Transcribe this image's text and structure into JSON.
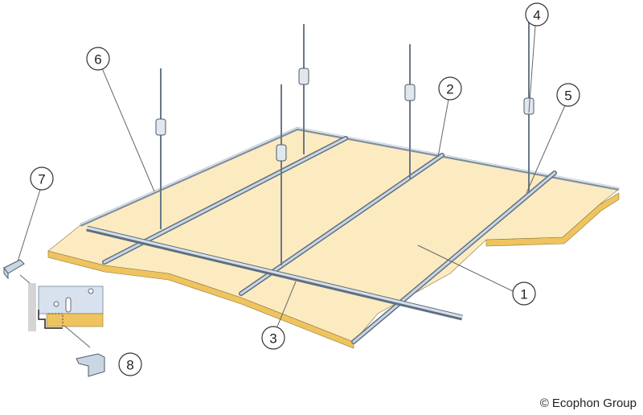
{
  "callouts": {
    "c1": "1",
    "c2": "2",
    "c3": "3",
    "c4": "4",
    "c5": "5",
    "c6": "6",
    "c7": "7",
    "c8": "8"
  },
  "copyright": "© Ecophon Group",
  "colors": {
    "panel": "#fcebc0",
    "panel_edge": "#efc45e",
    "rail": "#c9d6e3",
    "rail_dark": "#5f6f80"
  }
}
